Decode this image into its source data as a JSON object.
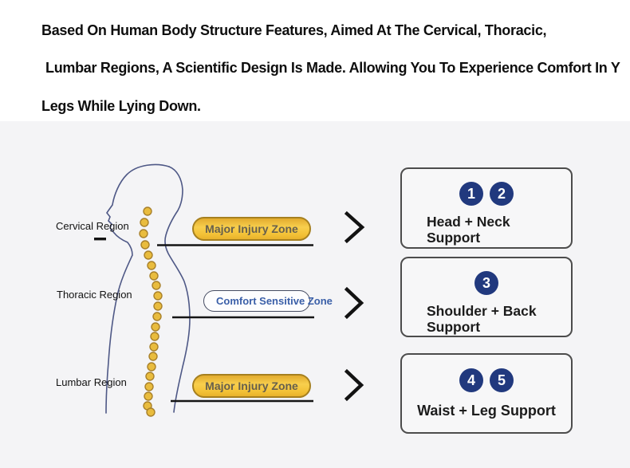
{
  "intro": {
    "line1": "Based On Human Body Structure Features, Aimed At The Cervical, Thoracic,",
    "line2": " Lumbar Regions, A Scientific Design Is Made. Allowing You To Experience Comfort In Y",
    "line3": "Legs While Lying Down."
  },
  "diagram": {
    "regions": [
      {
        "label": "Cervical Region",
        "zone_label": "Major Injury Zone",
        "zone_type": "major-injury"
      },
      {
        "label": "Thoracic Region",
        "zone_label": "Comfort Sensitive Zone",
        "zone_type": "comfort-sensitive"
      },
      {
        "label": "Lumbar Region",
        "zone_label": "Major Injury Zone",
        "zone_type": "major-injury"
      }
    ]
  },
  "support_cards": [
    {
      "numbers": [
        "1",
        "2"
      ],
      "title_line1": "Head + Neck",
      "title_line2": "Support"
    },
    {
      "numbers": [
        "3"
      ],
      "title_line1": "Shoulder + Back",
      "title_line2": "Support"
    },
    {
      "numbers": [
        "4",
        "5"
      ],
      "title_line1": "Waist + Leg Support",
      "title_line2": ""
    }
  ],
  "colors": {
    "number_badge_blue": "#21397e",
    "major_injury_yellow": "#f3c23b",
    "comfort_text_blue": "#3a5fa8",
    "body_outline_blue": "#4e5886",
    "spine_dot_gold": "#e9bc3e",
    "diagram_background": "#f4f4f6"
  }
}
